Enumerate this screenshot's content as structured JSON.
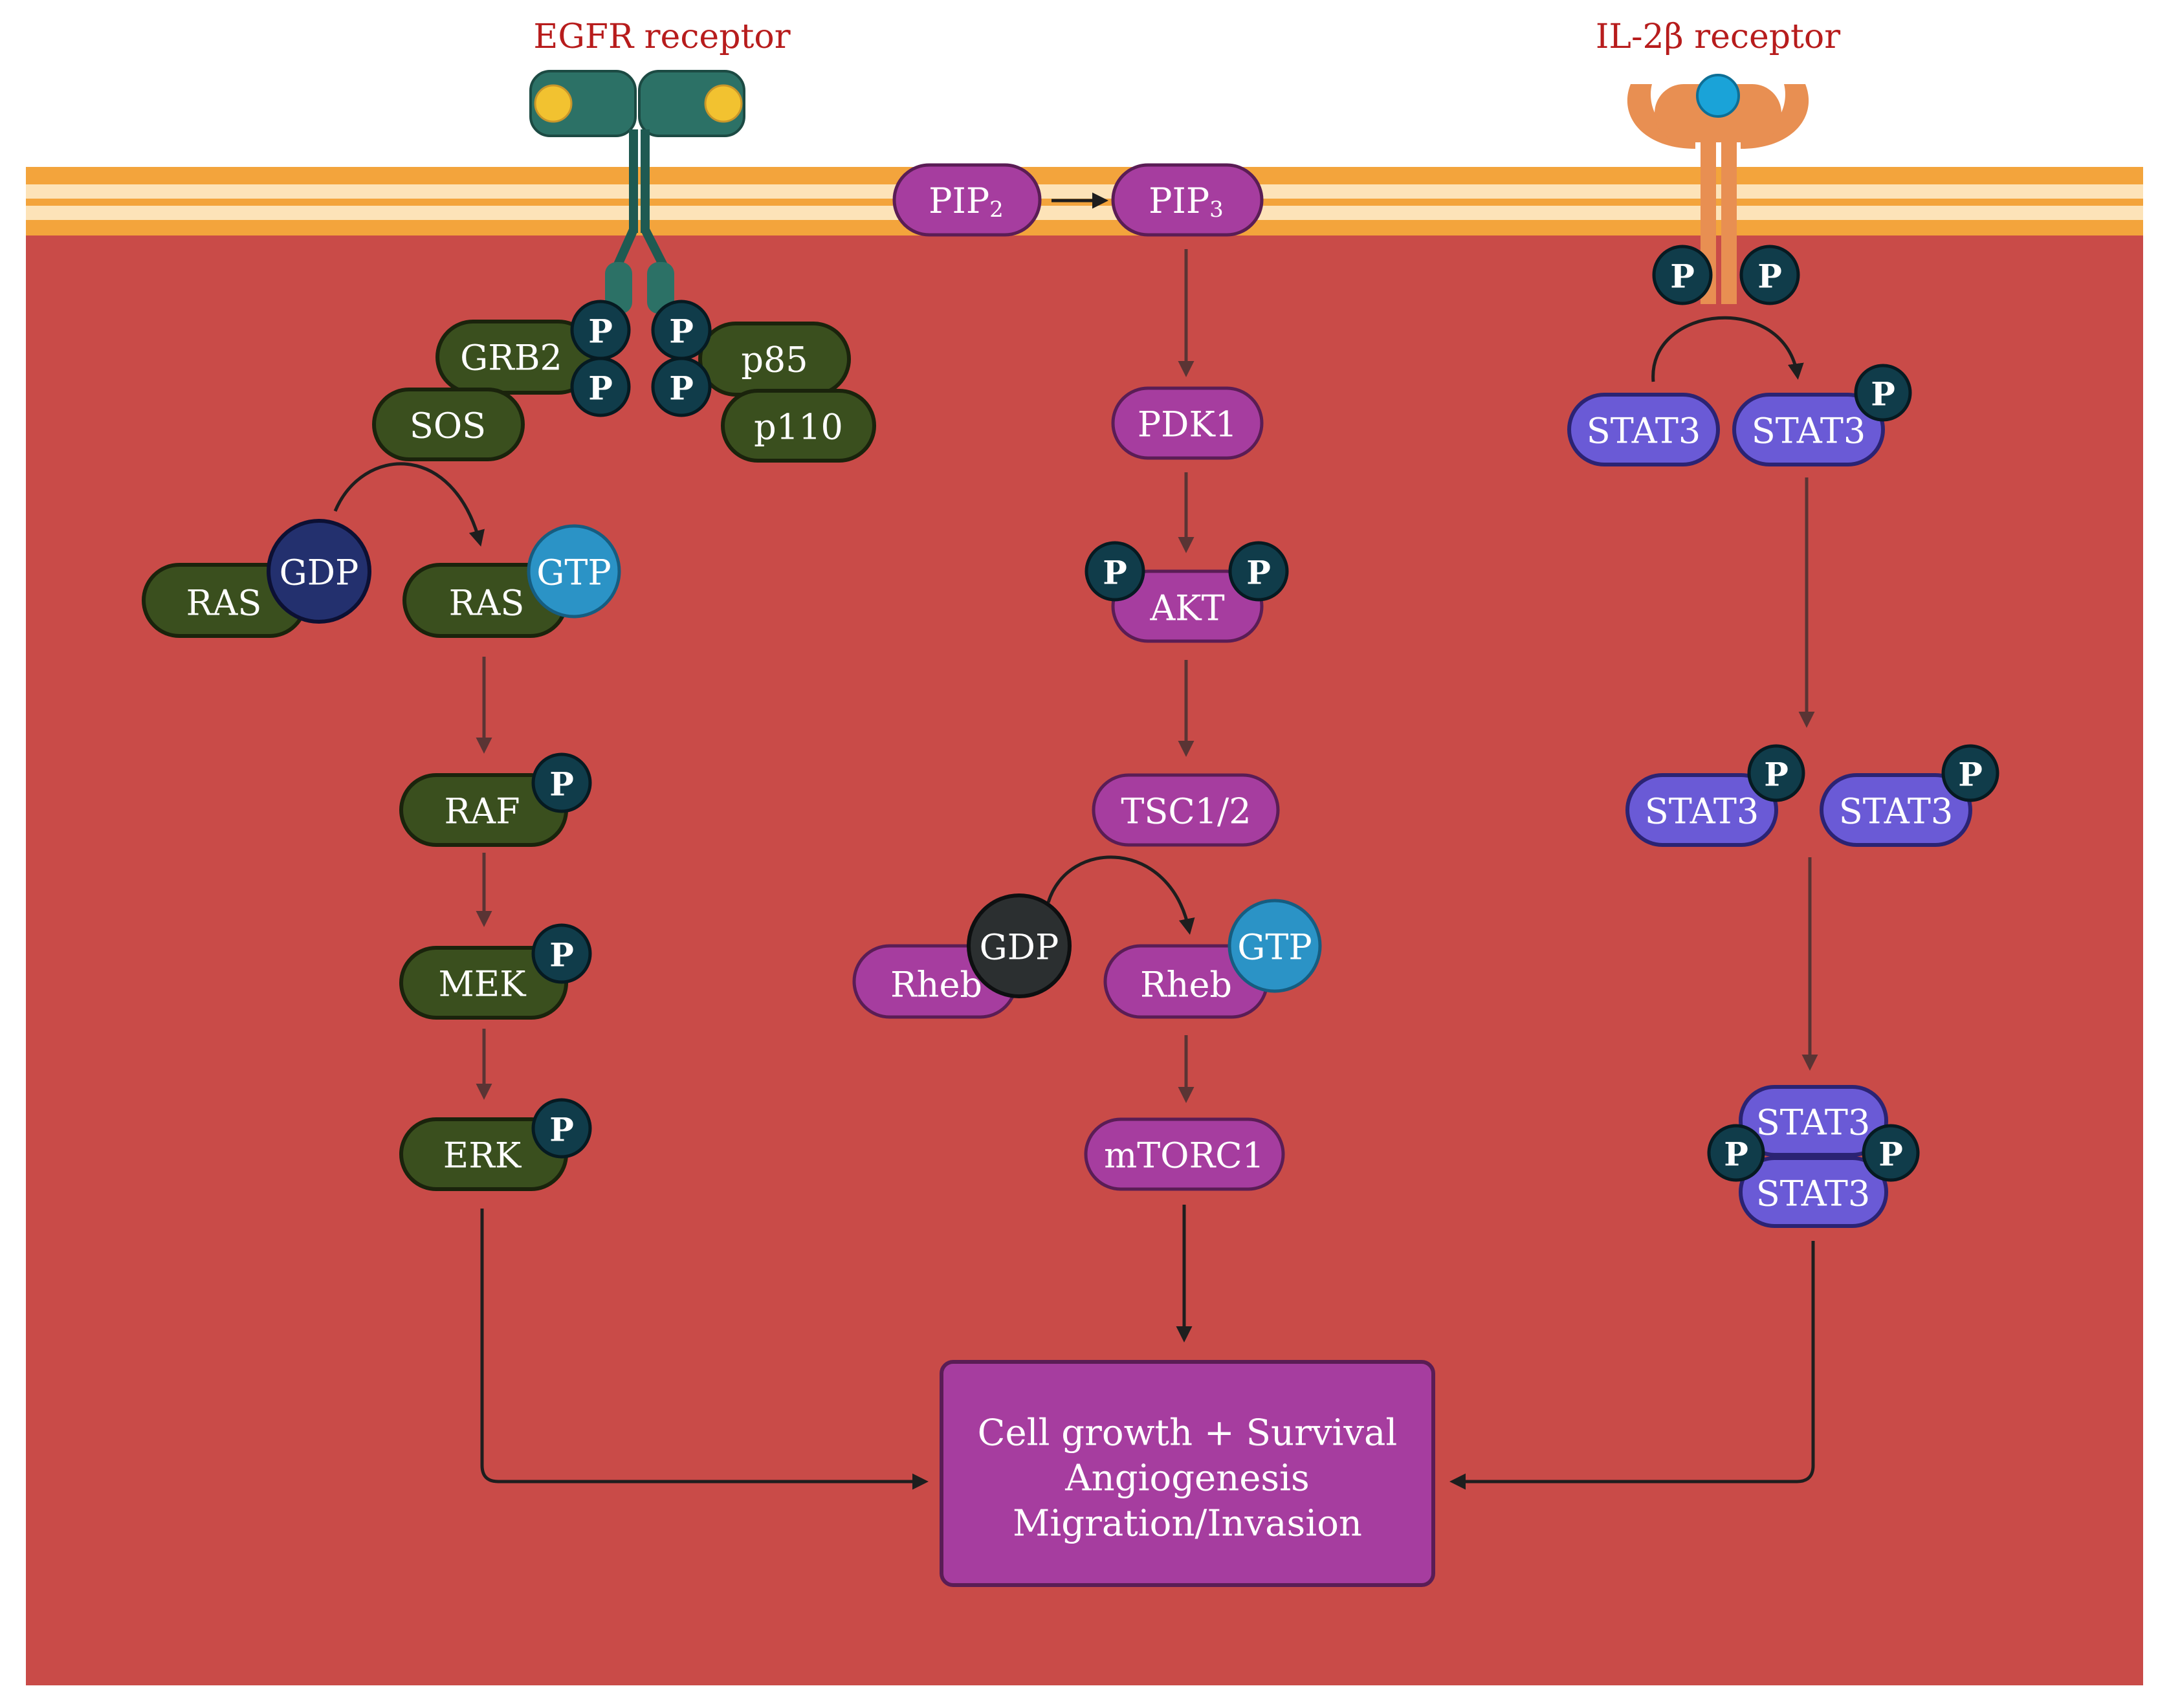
{
  "titles": {
    "egfr": "EGFR receptor",
    "il2": "IL-2β receptor"
  },
  "colors": {
    "cell": "#c94b48",
    "membrane_outer": "#f3a43c",
    "membrane_inner": "#fde3b8",
    "title": "#b71c1c",
    "green_node": "#3a4f1e",
    "magenta_node": "#a63d9f",
    "blue_node": "#6a5ad6",
    "phospho": "#103c4a",
    "gtp": "#2b93c6",
    "gdp_navy": "#23306e",
    "gdp_dark": "#2b2f30",
    "egfr": "#2c7166",
    "il2": "#e88f52",
    "output_box": "#a63d9f"
  },
  "phospho_label": "P",
  "mapk": {
    "grb2": "GRB2",
    "sos": "SOS",
    "p85": "p85",
    "p110": "p110",
    "ras_gdp": "RAS",
    "ras_gtp": "RAS",
    "gdp": "GDP",
    "gtp": "GTP",
    "raf": "RAF",
    "mek": "MEK",
    "erk": "ERK"
  },
  "pi3k": {
    "pip2": "PIP",
    "pip2_sub": "2",
    "pip3": "PIP",
    "pip3_sub": "3",
    "pdk1": "PDK1",
    "akt": "AKT",
    "tsc": "TSC1/2",
    "rheb_gdp": "Rheb",
    "rheb_gtp": "Rheb",
    "gdp": "GDP",
    "gtp": "GTP",
    "mtorc1": "mTORC1"
  },
  "jak_stat": {
    "stat3_a": "STAT3",
    "stat3_b": "STAT3",
    "stat3_c": "STAT3",
    "stat3_d": "STAT3",
    "dimer_top": "STAT3",
    "dimer_bottom": "STAT3"
  },
  "output": {
    "line1": "Cell growth + Survival",
    "line2": "Angiogenesis",
    "line3": "Migration/Invasion"
  }
}
